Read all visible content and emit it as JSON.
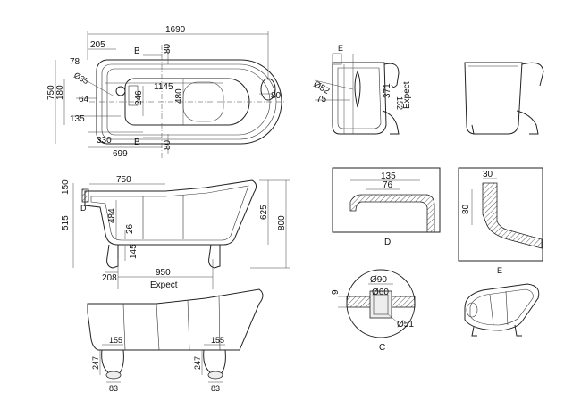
{
  "drawing": {
    "top_view": {
      "overall_length": "1690",
      "d205": "205",
      "d80_top": "80",
      "section_b_top": "B",
      "d78": "78",
      "d35": "Ø35",
      "d1145": "1145",
      "d80_right": "80",
      "d750": "750",
      "d180": "180",
      "d64": "64",
      "d246": "246",
      "d480": "480",
      "d135": "135",
      "d330": "330",
      "section_b_bottom": "B",
      "d80_bottom": "80",
      "d699": "699"
    },
    "end_view": {
      "label_e": "E",
      "d52": "Ø52",
      "d75": "75",
      "d152": "152",
      "d371": "371",
      "expect": "Expect"
    },
    "side_view": {
      "d150": "150",
      "d750": "750",
      "label_d": "D",
      "d515": "515",
      "d484": "484",
      "d26": "26",
      "d145": "145",
      "d625": "625",
      "d800": "800",
      "d208": "208",
      "d950": "950",
      "expect": "Expect"
    },
    "detail_d": {
      "d135": "135",
      "d76": "76",
      "caption": "D"
    },
    "detail_e": {
      "d30": "30",
      "d80": "80",
      "caption": "E"
    },
    "detail_c": {
      "d9": "9",
      "d90": "Ø90",
      "d60": "Ø60",
      "d51": "Ø51",
      "caption": "C"
    },
    "front_view": {
      "d155_left": "155",
      "d155_right": "155",
      "d247_left": "247",
      "d247_right": "247",
      "d83_left": "83",
      "d83_right": "83"
    }
  }
}
